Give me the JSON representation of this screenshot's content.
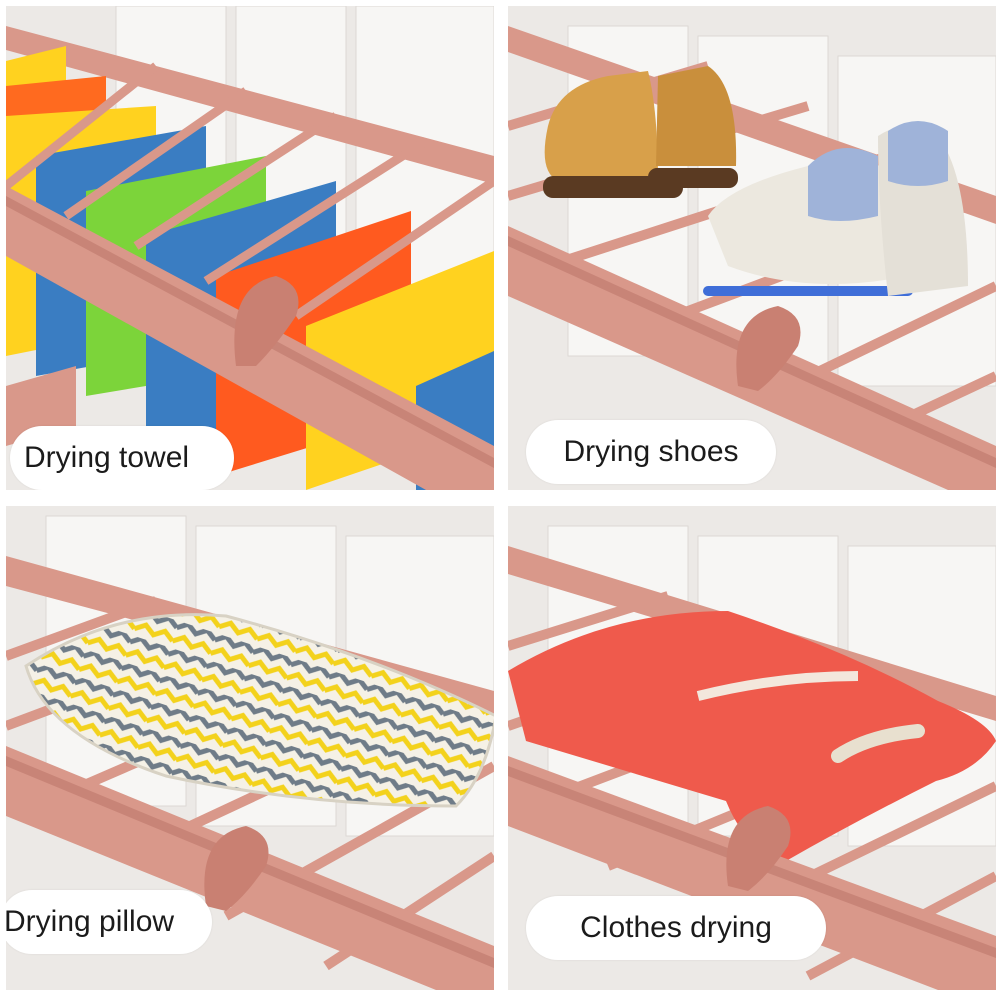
{
  "panels": [
    {
      "caption": "Drying towel"
    },
    {
      "caption": "Drying shoes"
    },
    {
      "caption": "Drying pillow"
    },
    {
      "caption": "Clothes drying"
    }
  ],
  "colors": {
    "rack": "#d9988a",
    "rack_dark": "#b86f63",
    "wall": "#ece9e6",
    "cabinet": "#f6f5f3",
    "caption_bg": "#ffffff"
  }
}
